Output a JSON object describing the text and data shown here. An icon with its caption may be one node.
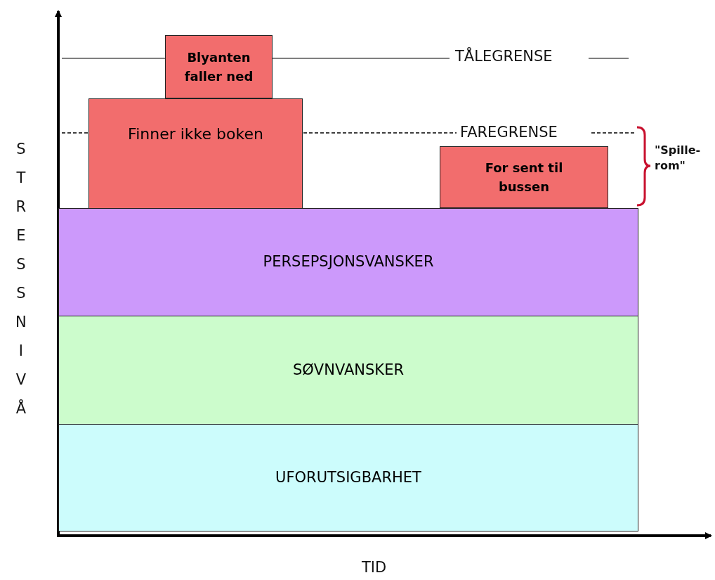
{
  "diagram": {
    "nodes": [
      {
        "text": [
          "Blyanten faller ned"
        ]
      },
      {
        "text": [
          "Finner ikke boken"
        ]
      },
      {
        "text": [
          "For sent til bussen"
        ]
      },
      {
        "text": [
          "PERSEPSJONSVANSKER"
        ]
      },
      {
        "text": [
          "SØVNVANSKER"
        ]
      },
      {
        "text": [
          "UFORUTSIGBARHET"
        ]
      }
    ],
    "labels": [
      "TÅLEGRENSE",
      "FAREGRENSE",
      "\"Spille- rom\"",
      "STRESSNIVÅ",
      "TID"
    ]
  }
}
